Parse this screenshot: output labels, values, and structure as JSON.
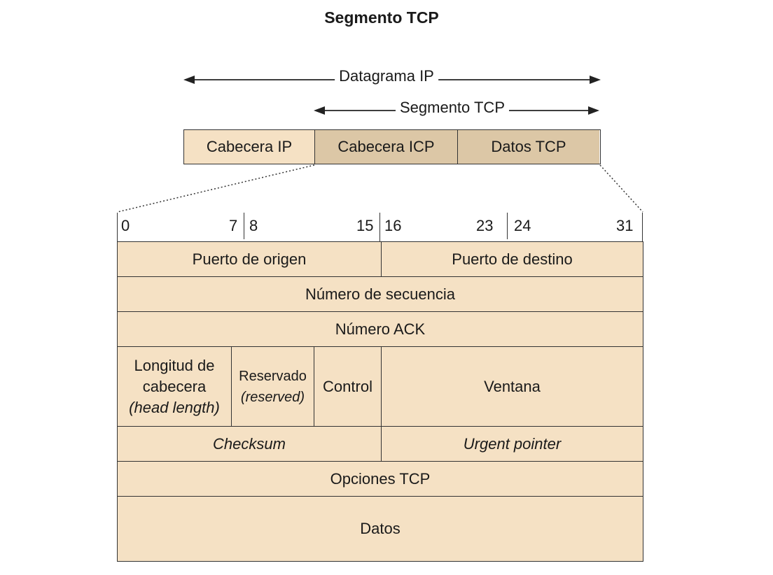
{
  "title": "Segmento TCP",
  "arrows": {
    "datagrama": "Datagrama IP",
    "segmento": "Segmento TCP"
  },
  "encapsulation": [
    "Cabecera IP",
    "Cabecera ICP",
    "Datos TCP"
  ],
  "bits": [
    "0",
    "7",
    "8",
    "15",
    "16",
    "23",
    "24",
    "31"
  ],
  "fields": {
    "src_port": "Puerto de origen",
    "dst_port": "Puerto de destino",
    "seq": "Número de secuencia",
    "ack": "Número ACK",
    "hlen_1": "Longitud de",
    "hlen_2": "cabecera",
    "hlen_3": "(head length)",
    "res_1": "Reservado",
    "res_2": "(reserved)",
    "control": "Control",
    "window": "Ventana",
    "checksum": "Checksum",
    "urgent": "Urgent pointer",
    "options": "Opciones TCP",
    "data": "Datos"
  }
}
